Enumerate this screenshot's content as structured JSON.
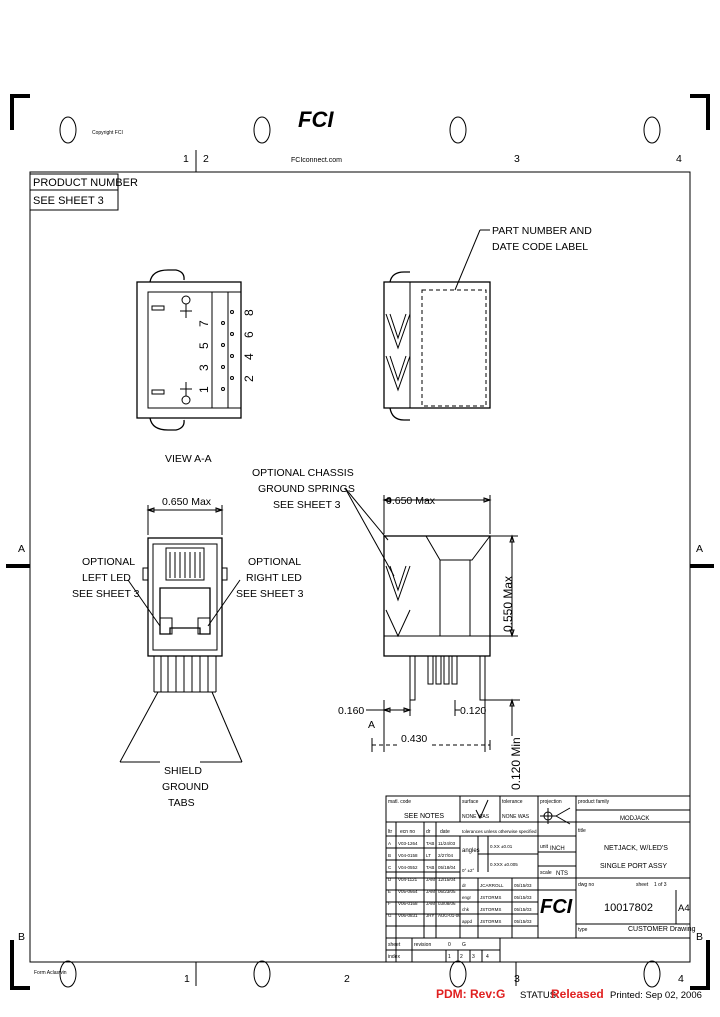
{
  "header": {
    "logo": "FCI",
    "copyright": "Copyright FCI",
    "website": "FCIconnect.com"
  },
  "grid": {
    "top_cols": [
      "1",
      "2",
      "3",
      "4"
    ],
    "bottom_cols": [
      "1",
      "2",
      "3",
      "4"
    ],
    "rows": [
      "A",
      "B"
    ]
  },
  "product_box": {
    "line1": "PRODUCT NUMBER",
    "line2": "SEE SHEET 3"
  },
  "labels": {
    "part_label_1": "PART NUMBER AND",
    "part_label_2": "DATE CODE LABEL",
    "view": "VIEW A-A",
    "pins_top": [
      "8",
      "6",
      "4",
      "2"
    ],
    "pins_bottom": [
      "7",
      "5",
      "3",
      "1"
    ],
    "chassis_1": "OPTIONAL CHASSIS",
    "chassis_2": "GROUND SPRINGS",
    "chassis_3": "SEE SHEET 3",
    "width_left": "0.650 Max",
    "width_right": "0.650 Max",
    "height_right": "0.550 Max",
    "left_led_1": "OPTIONAL",
    "left_led_2": "LEFT LED",
    "left_led_3": "SEE SHEET 3",
    "right_led_1": "OPTIONAL",
    "right_led_2": "RIGHT LED",
    "right_led_3": "SEE SHEET 3",
    "dim_160": "0.160",
    "dim_120": "0.120",
    "dim_430": "0.430",
    "dim_min": "0.120 Min",
    "section_a": "A",
    "shield_1": "SHIELD",
    "shield_2": "GROUND",
    "shield_3": "TABS"
  },
  "title_block": {
    "matl_code_h": "matl. code",
    "matl_code": "SEE NOTES",
    "surface_h": "surface",
    "surface": "NONE WAS",
    "tolerance_h": "tolerance",
    "tolerance": "NONE WAS",
    "projection_h": "projection",
    "product_family_h": "product family",
    "product_family": "MODJACK",
    "title_h": "title",
    "title_1": "NETJACK, W/LED'S",
    "title_2": "SINGLE PORT ASSY",
    "rev_head": [
      "ltr",
      "ecn no",
      "dr",
      "date"
    ],
    "tol_note": "tolerances unless otherwise specified",
    "angles": "angles",
    "tol_vals": [
      "0.XX ±0.01",
      "0.XXX ±0.005",
      "0° ±2°"
    ],
    "revisions": [
      [
        "A",
        "V03-1264",
        "TAB",
        "11/24/03"
      ],
      [
        "B",
        "V04-0158",
        "LT",
        "2/27/04"
      ],
      [
        "C",
        "V04-0552",
        "TAB",
        "05/18/04"
      ],
      [
        "D",
        "V04-1121",
        "JAM",
        "12/15/04"
      ],
      [
        "E",
        "V05-0664",
        "JAM",
        "06/23/05"
      ],
      [
        "F",
        "V06-0168",
        "JAM",
        "03/08/06"
      ],
      [
        "G",
        "V06-0831",
        "JRY",
        "AUG-01-06"
      ]
    ],
    "approvals": [
      [
        "dr",
        "JCARROLL",
        "05/15/03"
      ],
      [
        "engr",
        "JSTORMS",
        "05/15/03"
      ],
      [
        "chk",
        "JSTORMS",
        "05/15/03"
      ],
      [
        "appd",
        "JSTORMS",
        "05/15/03"
      ]
    ],
    "unit_h": "unit",
    "unit": "INCH",
    "scale_h": "scale",
    "scale": "NTS",
    "dwg_no_h": "dwg no",
    "dwg_no": "10017802",
    "sheet_h": "sheet",
    "sheet": "1 of 3",
    "size": "A4",
    "type_h": "type",
    "type": "CUSTOMER Drawing",
    "sheet_row_h": "sheet",
    "revision_h": "revision",
    "index_h": "index",
    "sheet_nums": [
      "0",
      "G"
    ],
    "index_nums": [
      "1",
      "2",
      "3",
      "4"
    ],
    "form_label": "Form Aclaswin"
  },
  "footer": {
    "pdm": "PDM: Rev:G",
    "status_label": "STATUS",
    "status_value": "Released",
    "printed": "Printed: Sep 02, 2006"
  }
}
